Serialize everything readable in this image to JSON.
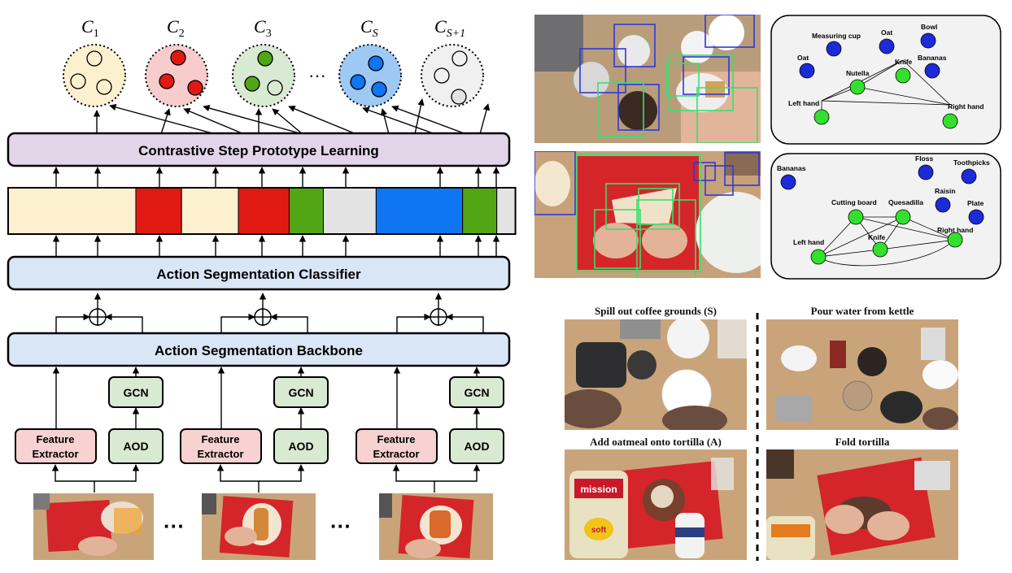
{
  "colors": {
    "yellow": "#fcf0cf",
    "red": "#e01a12",
    "green": "#52a515",
    "gray": "#e3e3e3",
    "blue": "#0f75f2",
    "purple_box": "#e3d5e8",
    "blue_box": "#d9e6f5",
    "pink_box": "#f8d1d1",
    "green_box": "#d9ead3",
    "node_blue": "#1b2bd8",
    "node_green": "#33e02d",
    "detect_blue": "#2d3ad6",
    "detect_green": "#39e06e"
  },
  "prototypes": [
    {
      "label": "C",
      "sub": "1"
    },
    {
      "label": "C",
      "sub": "2"
    },
    {
      "label": "C",
      "sub": "3"
    },
    {
      "label": "C",
      "sub": "S"
    },
    {
      "label": "C",
      "sub": "S+1"
    }
  ],
  "ellipsis": "···",
  "cspl_label": "Contrastive Step Prototype Learning",
  "classifier_label": "Action Segmentation Classifier",
  "backbone_label": "Action Segmentation Backbone",
  "gcn_label": "GCN",
  "aod_label": "AOD",
  "feature_label_1": "Feature",
  "feature_label_2": "Extractor",
  "frame_dots": "···",
  "segments": [
    {
      "color": "yellow",
      "frac": 0.254
    },
    {
      "color": "red",
      "frac": 0.091
    },
    {
      "color": "yellow",
      "frac": 0.113
    },
    {
      "color": "red",
      "frac": 0.101
    },
    {
      "color": "green",
      "frac": 0.068
    },
    {
      "color": "gray",
      "frac": 0.105
    },
    {
      "color": "blue",
      "frac": 0.172
    },
    {
      "color": "green",
      "frac": 0.068
    },
    {
      "color": "gray",
      "frac": 0.037
    }
  ],
  "graph1": {
    "nodes": [
      {
        "label": "Measuring cup",
        "color": "blue"
      },
      {
        "label": "Oat",
        "color": "blue"
      },
      {
        "label": "Bowl",
        "color": "blue"
      },
      {
        "label": "Oat",
        "color": "blue"
      },
      {
        "label": "Bananas",
        "color": "blue"
      },
      {
        "label": "Knife",
        "color": "green"
      },
      {
        "label": "Nutella",
        "color": "green"
      },
      {
        "label": "Left hand",
        "color": "green"
      },
      {
        "label": "Right hand",
        "color": "green"
      }
    ]
  },
  "graph2": {
    "nodes": [
      {
        "label": "Bananas",
        "color": "blue"
      },
      {
        "label": "Floss",
        "color": "blue"
      },
      {
        "label": "Toothpicks",
        "color": "blue"
      },
      {
        "label": "Raisin",
        "color": "blue"
      },
      {
        "label": "Plate",
        "color": "blue"
      },
      {
        "label": "Cutting board",
        "color": "green"
      },
      {
        "label": "Quesadilla",
        "color": "green"
      },
      {
        "label": "Right hand",
        "color": "green"
      },
      {
        "label": "Knife",
        "color": "green"
      },
      {
        "label": "Left hand",
        "color": "green"
      }
    ]
  },
  "captions": {
    "tl": "Spill out coffee grounds (S)",
    "tr": "Pour water from kettle",
    "bl": "Add oatmeal onto tortilla (A)",
    "br": "Fold tortilla"
  },
  "package_brand": "mission",
  "package_word": "soft"
}
